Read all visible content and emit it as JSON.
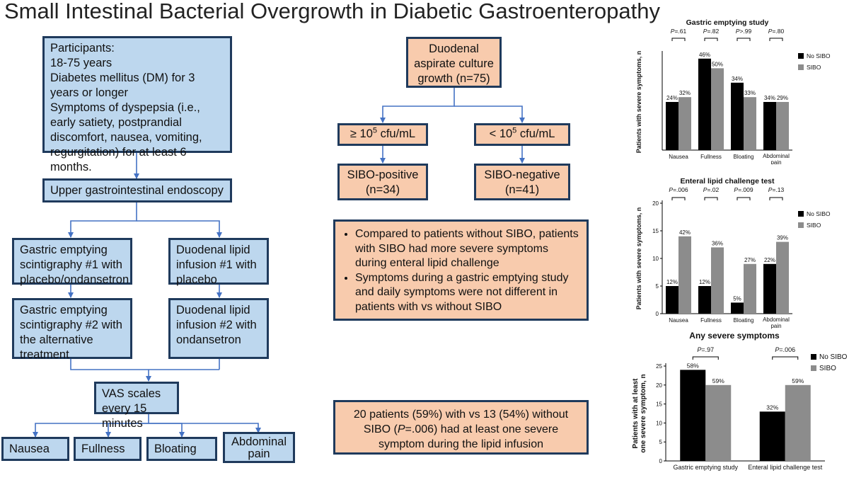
{
  "title": "Small Intestinal Bacterial Overgrowth in Diabetic Gastroenteropathy",
  "flow": {
    "participants": [
      "Participants:",
      "18-75 years",
      "Diabetes mellitus (DM) for 3 years or longer",
      "Symptoms of dyspepsia (i.e., early satiety, postprandial discomfort, nausea, vomiting, regurgitation) for at least 6 months."
    ],
    "endoscopy": "Upper gastrointestinal endoscopy",
    "ges1": "Gastric emptying scintigraphy #1 with placebo/ondansetron",
    "ges2": "Gastric emptying scintigraphy #2 with the alternative treatment",
    "dli1": "Duodenal lipid infusion #1 with placebo",
    "dli2": "Duodenal lipid infusion #2 with ondansetron",
    "vas": "VAS scales every 15 minutes",
    "outcomes": [
      "Nausea",
      "Fullness",
      "Bloating",
      "Abdominal pain"
    ]
  },
  "culture": {
    "root": "Duodenal aspirate culture growth (n=75)",
    "high_prefix": "≥ 10",
    "high_exp": "5",
    "high_suffix": " cfu/mL",
    "low_prefix": "< 10",
    "low_exp": "5",
    "low_suffix": " cfu/mL",
    "pos_label": "SIBO-positive",
    "pos_n": "(n=34)",
    "neg_label": "SIBO-negative",
    "neg_n": "(n=41)"
  },
  "findings": [
    "Compared to patients without SIBO, patients with SIBO had more severe symptoms during enteral lipid challenge",
    "Symptoms during a gastric emptying study and daily symptoms were not different in patients with vs without SIBO"
  ],
  "summary": {
    "a": "20 patients (59%) with vs 13 (54%) without SIBO (",
    "p": "P",
    "b": "=.006) had at least one severe symptom during the lipid infusion"
  },
  "colors": {
    "no_sibo": "#000000",
    "sibo": "#8c8c8c",
    "box_blue": "#bdd7ee",
    "box_orange": "#f8cbad",
    "border": "#1f3a5c",
    "arrow": "#4472c4"
  },
  "chart_data": [
    {
      "type": "bar",
      "title": "Gastric emptying study",
      "ylabel": "Patients with severe symptoms, n",
      "ylim": [
        0,
        20
      ],
      "categories": [
        "Nausea",
        "Fullness",
        "Bloating",
        "Abdominal pain"
      ],
      "legend": [
        "No SIBO",
        "SIBO"
      ],
      "series": [
        {
          "name": "No SIBO",
          "values": [
            10,
            19,
            14,
            10
          ],
          "labels": [
            "24%",
            "46%",
            "34%",
            "34%"
          ]
        },
        {
          "name": "SIBO",
          "values": [
            11,
            17,
            11,
            10
          ],
          "labels": [
            "32%",
            "50%",
            "33%",
            "29%"
          ]
        }
      ],
      "pvalues": [
        "P=.61",
        "P=.82",
        "P>.99",
        "P=.80"
      ]
    },
    {
      "type": "bar",
      "title": "Enteral lipid challenge test",
      "ylabel": "Patients with severe symptoms, n",
      "ylim": [
        0,
        20
      ],
      "categories": [
        "Nausea",
        "Fullness",
        "Bloating",
        "Abdominal pain"
      ],
      "legend": [
        "No SIBO",
        "SIBO"
      ],
      "series": [
        {
          "name": "No SIBO",
          "values": [
            5,
            5,
            2,
            9
          ],
          "labels": [
            "12%",
            "12%",
            "5%",
            "22%"
          ]
        },
        {
          "name": "SIBO",
          "values": [
            14,
            12,
            9,
            13
          ],
          "labels": [
            "42%",
            "36%",
            "27%",
            "39%"
          ]
        }
      ],
      "pvalues": [
        "P=.006",
        "P=.02",
        "P=.009",
        "P=.13"
      ]
    },
    {
      "type": "bar",
      "title": "Any severe symptoms",
      "ylabel": "Patients with at least one severe symptom, n",
      "ylim": [
        0,
        25
      ],
      "yticks": [
        0,
        5,
        10,
        15,
        20,
        25
      ],
      "categories": [
        "Gastric emptying study",
        "Enteral lipid challenge test"
      ],
      "legend": [
        "No SIBO",
        "SIBO"
      ],
      "series": [
        {
          "name": "No SIBO",
          "values": [
            24,
            13
          ],
          "labels": [
            "58%",
            "32%"
          ]
        },
        {
          "name": "SIBO",
          "values": [
            20,
            20
          ],
          "labels": [
            "59%",
            "59%"
          ]
        }
      ],
      "pvalues": [
        "P=.97",
        "P=.006"
      ]
    }
  ]
}
